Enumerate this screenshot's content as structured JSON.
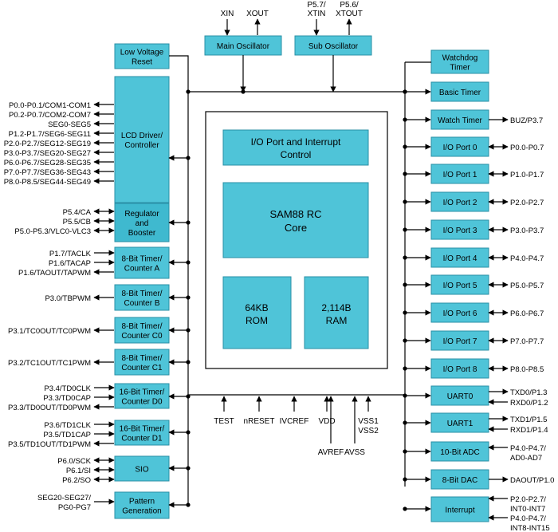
{
  "core": {
    "io_interrupt": [
      "I/O Port and Interrupt",
      "Control"
    ],
    "cpu": [
      "SAM88 RC",
      "Core"
    ],
    "rom": [
      "64KB",
      "ROM"
    ],
    "ram": [
      "2,114B",
      "RAM"
    ]
  },
  "oscillators": {
    "main": "Main Oscillator",
    "sub": "Sub Oscillator",
    "main_pins": [
      "XIN",
      "XOUT"
    ],
    "sub_pins": [
      [
        "P5.7/",
        "XTIN"
      ],
      [
        "P5.6/",
        "XTOUT"
      ]
    ]
  },
  "left_blocks": [
    {
      "name": "low-voltage-reset",
      "label": [
        "Low Voltage",
        "Reset"
      ],
      "signals": []
    },
    {
      "name": "lcd-driver",
      "label": [
        "LCD Driver/",
        "Controller"
      ],
      "signals": [
        "P0.0-P0.1/COM1-COM1",
        "P0.2-P0.7/COM2-COM7",
        "SEG0-SEG5",
        "P1.2-P1.7/SEG6-SEG11",
        "P2.0-P2.7/SEG12-SEG19",
        "P3.0-P3.7/SEG20-SEG27",
        "P6.0-P6.7/SEG28-SEG35",
        "P7.0-P7.7/SEG36-SEG43",
        "P8.0-P8.5/SEG44-SEG49"
      ]
    },
    {
      "name": "regulator-booster",
      "label": [
        "Regulator",
        "and",
        "Booster"
      ],
      "signals": [
        "P5.4/CA",
        "P5.5/CB",
        "P5.0-P5.3/VLC0-VLC3"
      ]
    },
    {
      "name": "timer-a",
      "label": [
        "8-Bit Timer/",
        "Counter A"
      ],
      "signals": [
        "P1.7/TACLK",
        "P1.6/TACAP",
        "P1.6/TAOUT/TAPWM"
      ]
    },
    {
      "name": "timer-b",
      "label": [
        "8-Bit Timer/",
        "Counter B"
      ],
      "signals": [
        "P3.0/TBPWM"
      ]
    },
    {
      "name": "timer-c0",
      "label": [
        "8-Bit Timer/",
        "Counter C0"
      ],
      "signals": [
        "P3.1/TC0OUT/TC0PWM"
      ]
    },
    {
      "name": "timer-c1",
      "label": [
        "8-Bit Timer/",
        "Counter C1"
      ],
      "signals": [
        "P3.2/TC1OUT/TC1PWM"
      ]
    },
    {
      "name": "timer-d0",
      "label": [
        "16-Bit Timer/",
        "Counter D0"
      ],
      "signals": [
        "P3.4/TD0CLK",
        "P3.3/TD0CAP",
        "P3.3/TD0OUT/TD0PWM"
      ]
    },
    {
      "name": "timer-d1",
      "label": [
        "16-Bit Timer/",
        "Counter D1"
      ],
      "signals": [
        "P3.6/TD1CLK",
        "P3.5/TD1CAP",
        "P3.5/TD1OUT/TD1PWM"
      ]
    },
    {
      "name": "sio",
      "label": [
        "SIO"
      ],
      "signals": [
        "P6.0/SCK",
        "P6.1/SI",
        "P6.2/SO"
      ]
    },
    {
      "name": "pattern-generation",
      "label": [
        "Pattern",
        "Generation"
      ],
      "signals": [
        "SEG20-SEG27/",
        "PG0-PG7"
      ]
    }
  ],
  "right_blocks": [
    {
      "name": "watchdog-timer",
      "label": [
        "Watchdog",
        "Timer"
      ],
      "signals": []
    },
    {
      "name": "basic-timer",
      "label": [
        "Basic Timer"
      ],
      "signals": []
    },
    {
      "name": "watch-timer",
      "label": [
        "Watch Timer"
      ],
      "signals": [
        "BUZ/P3.7"
      ]
    },
    {
      "name": "io-port-0",
      "label": [
        "I/O Port 0"
      ],
      "signals": [
        "P0.0-P0.7"
      ]
    },
    {
      "name": "io-port-1",
      "label": [
        "I/O Port 1"
      ],
      "signals": [
        "P1.0-P1.7"
      ]
    },
    {
      "name": "io-port-2",
      "label": [
        "I/O Port 2"
      ],
      "signals": [
        "P2.0-P2.7"
      ]
    },
    {
      "name": "io-port-3",
      "label": [
        "I/O Port 3"
      ],
      "signals": [
        "P3.0-P3.7"
      ]
    },
    {
      "name": "io-port-4",
      "label": [
        "I/O Port 4"
      ],
      "signals": [
        "P4.0-P4.7"
      ]
    },
    {
      "name": "io-port-5",
      "label": [
        "I/O Port 5"
      ],
      "signals": [
        "P5.0-P5.7"
      ]
    },
    {
      "name": "io-port-6",
      "label": [
        "I/O Port 6"
      ],
      "signals": [
        "P6.0-P6.7"
      ]
    },
    {
      "name": "io-port-7",
      "label": [
        "I/O Port 7"
      ],
      "signals": [
        "P7.0-P7.7"
      ]
    },
    {
      "name": "io-port-8",
      "label": [
        "I/O Port 8"
      ],
      "signals": [
        "P8.0-P8.5"
      ]
    },
    {
      "name": "uart0",
      "label": [
        "UART0"
      ],
      "signals": [
        "TXD0/P1.3",
        "RXD0/P1.2"
      ]
    },
    {
      "name": "uart1",
      "label": [
        "UART1"
      ],
      "signals": [
        "TXD1/P1.5",
        "RXD1/P1.4"
      ]
    },
    {
      "name": "adc-10bit",
      "label": [
        "10-Bit ADC"
      ],
      "signals": [
        "P4.0-P4.7/",
        "AD0-AD7"
      ]
    },
    {
      "name": "dac-8bit",
      "label": [
        "8-Bit DAC"
      ],
      "signals": [
        "DAOUT/P1.0"
      ]
    },
    {
      "name": "interrupt",
      "label": [
        "Interrupt"
      ],
      "signals": [
        "P2.0-P2.7/",
        "INT0-INT7",
        "P4.0-P4.7/",
        "INT8-INT15"
      ]
    }
  ],
  "bottom_pins": [
    "TEST",
    "nRESET",
    "IVCREF",
    "AVREF",
    "VDD",
    "AVSS",
    [
      "VSS1",
      "VSS2"
    ]
  ]
}
